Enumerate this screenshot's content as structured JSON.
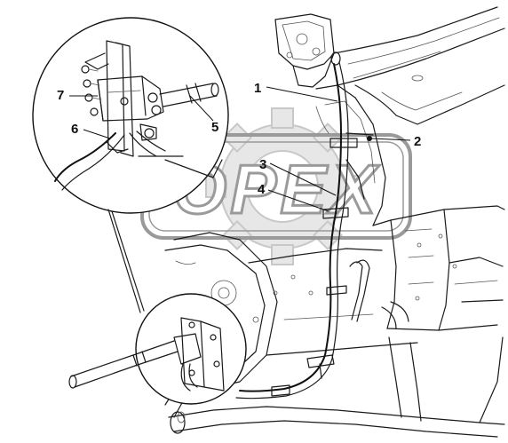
{
  "diagram": {
    "watermark": {
      "brand_text": "OPEX"
    },
    "callouts": [
      {
        "id": "callout-1",
        "label": "1"
      },
      {
        "id": "callout-2",
        "label": "2"
      },
      {
        "id": "callout-3",
        "label": "3"
      },
      {
        "id": "callout-4",
        "label": "4"
      },
      {
        "id": "callout-5",
        "label": "5"
      },
      {
        "id": "callout-6",
        "label": "6"
      },
      {
        "id": "callout-7",
        "label": "7"
      }
    ]
  }
}
